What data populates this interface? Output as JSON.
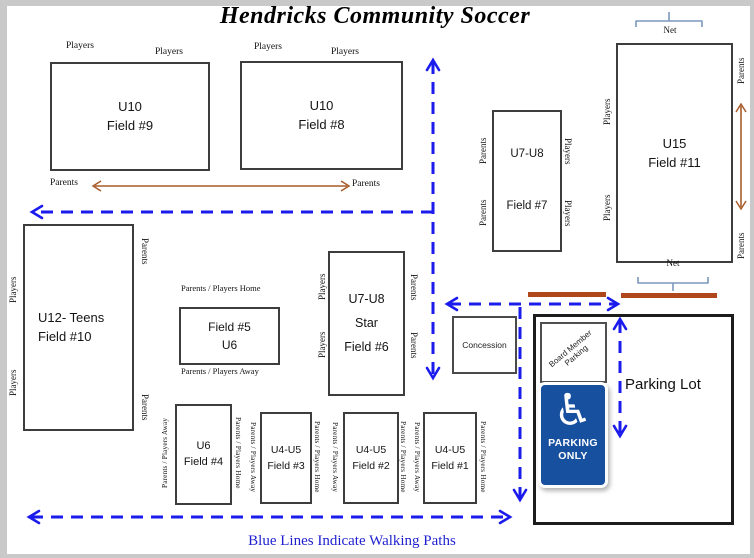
{
  "title": "Hendricks Community Soccer",
  "footer_note": "Blue Lines Indicate Walking Paths",
  "labels": {
    "players": "Players",
    "parents": "Parents",
    "home": "Parents / Players Home",
    "away": "Parents / Players Away",
    "net": "Net"
  },
  "fields": {
    "f9": {
      "line1": "U10",
      "line2": "Field #9"
    },
    "f8": {
      "line1": "U10",
      "line2": "Field #8"
    },
    "f7": {
      "line1": "U7-U8",
      "line2": "Field #7"
    },
    "f11": {
      "line1": "U15",
      "line2": "Field #11"
    },
    "f10": {
      "line1": "U12- Teens",
      "line2": "Field #10"
    },
    "f5": {
      "line1": "Field #5",
      "line2": "U6"
    },
    "f6": {
      "line1": "U7-U8",
      "line2": "Star",
      "line3": "Field #6"
    },
    "f4": {
      "line1": "U6",
      "line2": "Field #4"
    },
    "f3": {
      "line1": "U4-U5",
      "line2": "Field #3"
    },
    "f2": {
      "line1": "U4-U5",
      "line2": "Field #2"
    },
    "f1": {
      "line1": "U4-U5",
      "line2": "Field #1"
    }
  },
  "concession": {
    "label": "Concession"
  },
  "parking": {
    "lot_label": "Parking Lot",
    "board_line1": "Board Member",
    "board_line2": "Parking",
    "sign_icon": "♿",
    "sign_line1": "PARKING",
    "sign_line2": "ONLY"
  },
  "colors": {
    "walking_path_blue": "#1b1bec",
    "parents_arrow_brown": "#a85b28",
    "net_bar_brown": "#b0471a",
    "handicap_sign_blue": "#17509f"
  }
}
